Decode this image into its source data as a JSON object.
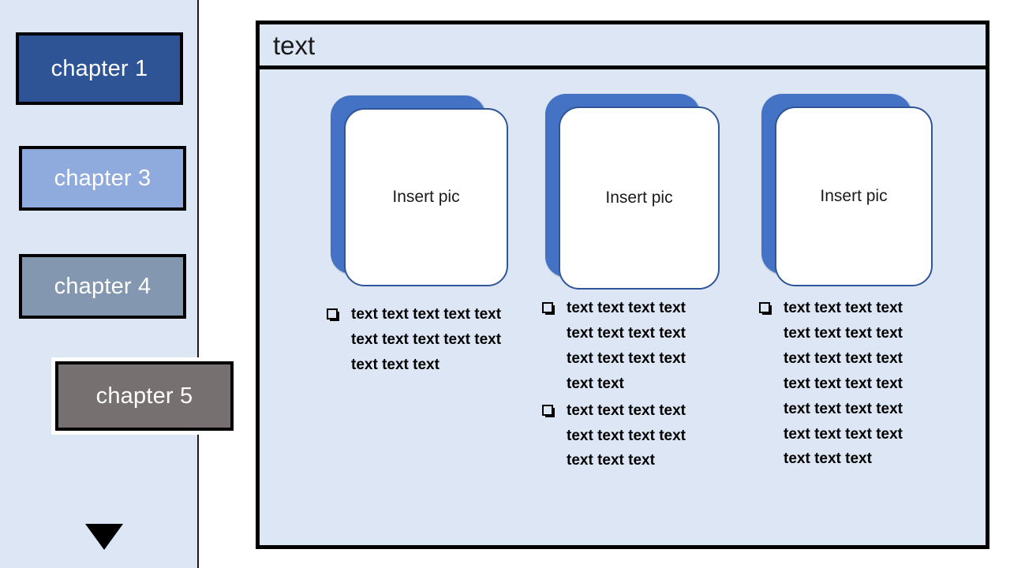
{
  "sidebar": {
    "items": [
      {
        "label": "chapter 1",
        "color": "#2E5496",
        "state": "normal"
      },
      {
        "label": "chapter 3",
        "color": "#8FAADC",
        "state": "normal"
      },
      {
        "label": "chapter 4",
        "color": "#8497B0",
        "state": "normal"
      },
      {
        "label": "chapter 5",
        "color": "#767070",
        "state": "selected"
      }
    ],
    "more_arrow_icon": "triangle-down-icon",
    "background": "#DCE6F5"
  },
  "panel": {
    "title": "text",
    "background": "#DCE6F5",
    "border_color": "#000000",
    "columns": [
      {
        "card": {
          "label": "Insert pic",
          "shadow_color": "#4472C4",
          "fill": "#ffffff",
          "border_color": "#2F5597"
        },
        "bullets": [
          "text text text text text text text text text text text text text"
        ]
      },
      {
        "card": {
          "label": "Insert pic",
          "shadow_color": "#4472C4",
          "fill": "#ffffff",
          "border_color": "#2F5597"
        },
        "bullets": [
          "text text text text text text text text text text text text text text",
          " text text text text text text text text text text text"
        ]
      },
      {
        "card": {
          "label": "Insert pic",
          "shadow_color": "#4472C4",
          "fill": "#ffffff",
          "border_color": "#2F5597"
        },
        "bullets": [
          "text text text text text text text text text text text text text text text text text text text text text text text text text text text"
        ]
      }
    ]
  }
}
